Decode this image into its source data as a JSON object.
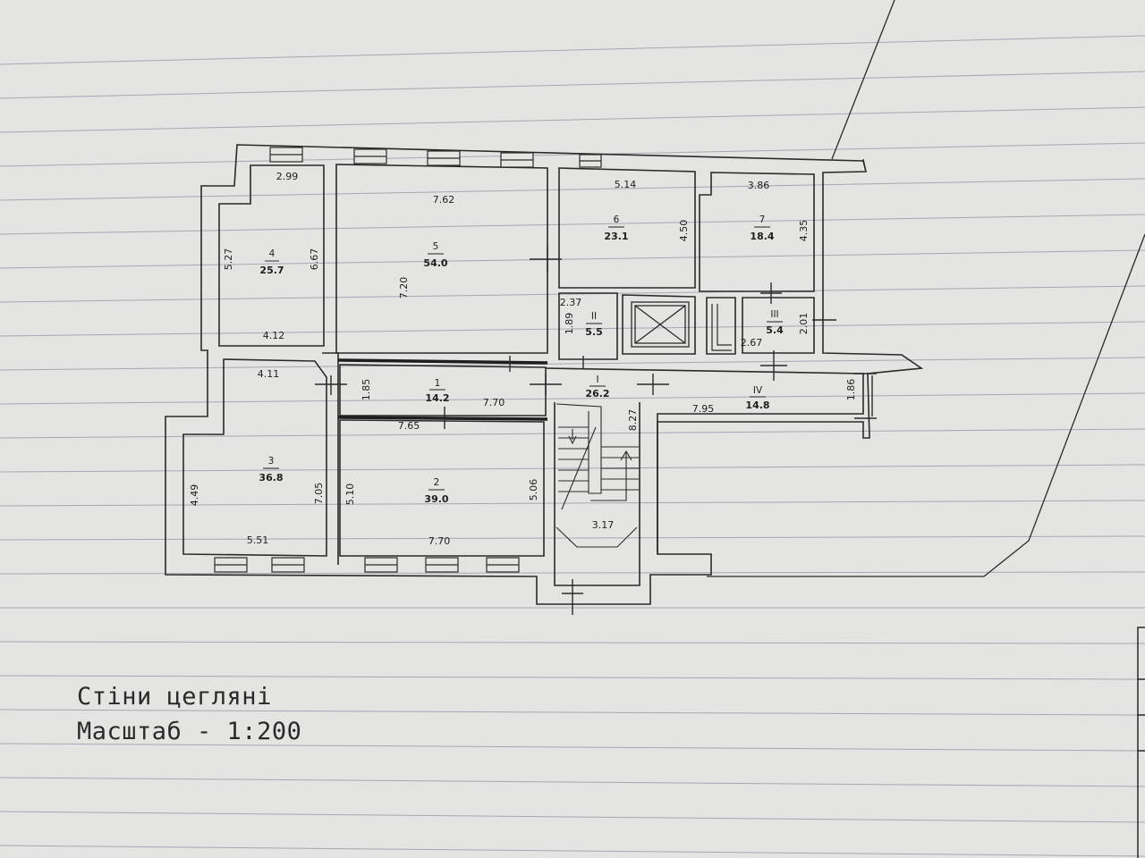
{
  "caption": {
    "walls": "Стіни цегляні",
    "scale": "Масштаб - 1:200"
  },
  "rooms": [
    {
      "id": "r4",
      "label": "4",
      "area": "25.7"
    },
    {
      "id": "r5",
      "label": "5",
      "area": "54.0"
    },
    {
      "id": "r6",
      "label": "6",
      "area": "23.1"
    },
    {
      "id": "r7",
      "label": "7",
      "area": "18.4"
    },
    {
      "id": "rII",
      "label": "II",
      "area": "5.5"
    },
    {
      "id": "rIII",
      "label": "III",
      "area": "5.4"
    },
    {
      "id": "r1",
      "label": "1",
      "area": "14.2"
    },
    {
      "id": "rI",
      "label": "I",
      "area": "26.2"
    },
    {
      "id": "rIV",
      "label": "IV",
      "area": "14.8"
    },
    {
      "id": "r3",
      "label": "3",
      "area": "36.8"
    },
    {
      "id": "r2",
      "label": "2",
      "area": "39.0"
    }
  ],
  "dimensions": {
    "r4_top": "2.99",
    "r4_left": "5.27",
    "r4_right": "6.67",
    "r4_bottom": "4.12",
    "r5_top": "7.62",
    "r5_left": "7.20",
    "r6_top": "5.14",
    "r6_right": "4.50",
    "r7_top": "3.86",
    "r7_right": "4.35",
    "rII_top": "2.37",
    "rII_left": "1.89",
    "rIII_right": "2.01",
    "rIII_bottom": "2.67",
    "r1_left": "1.85",
    "r1_bottom": "7.70",
    "rI_right": "8.27",
    "rIV_left": "7.95",
    "rIV_right": "1.86",
    "r3_top": "4.11",
    "r3_left": "4.49",
    "r3_right": "7.05",
    "r3_bottom": "5.51",
    "r2_top": "7.65",
    "r2_left": "5.10",
    "r2_right": "5.06",
    "r2_bottom": "7.70",
    "stair_width": "3.17"
  },
  "colors": {
    "wall": "#2a2a2a",
    "paper": "#e4e4e2",
    "rule": "#a6a8b3"
  }
}
